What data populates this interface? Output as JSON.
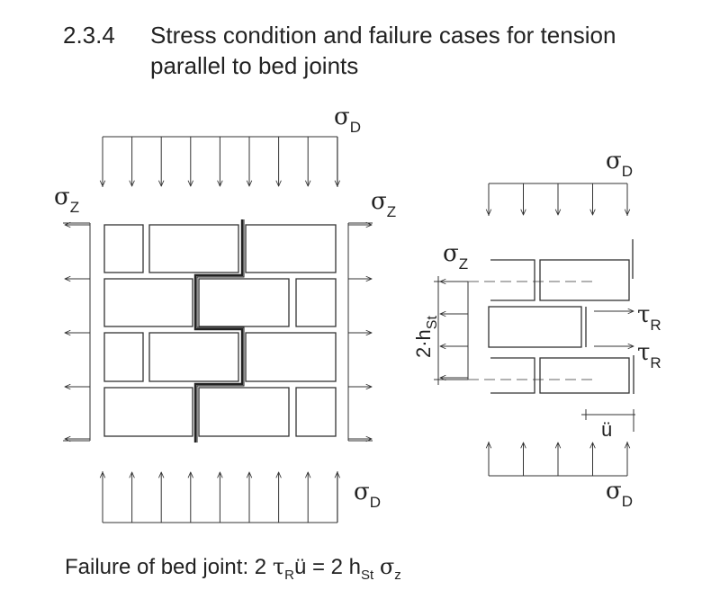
{
  "heading": {
    "number": "2.3.4",
    "line1": "Stress condition and failure cases for tension",
    "line2": "parallel to bed joints"
  },
  "labels": {
    "sigma": "σ",
    "tau": "τ",
    "sub_D": "D",
    "sub_Z": "Z",
    "sub_R": "R",
    "two_h_prefix": "2·h",
    "sub_St": "St",
    "overlap": "ü"
  },
  "formula": {
    "prefix": "Failure of bed joint: 2 ",
    "tau": "τ",
    "sub_R": "R",
    "mid1": "ü = 2 h",
    "sub_St": "St",
    "sigma": "σ",
    "sub_z": "z"
  }
}
